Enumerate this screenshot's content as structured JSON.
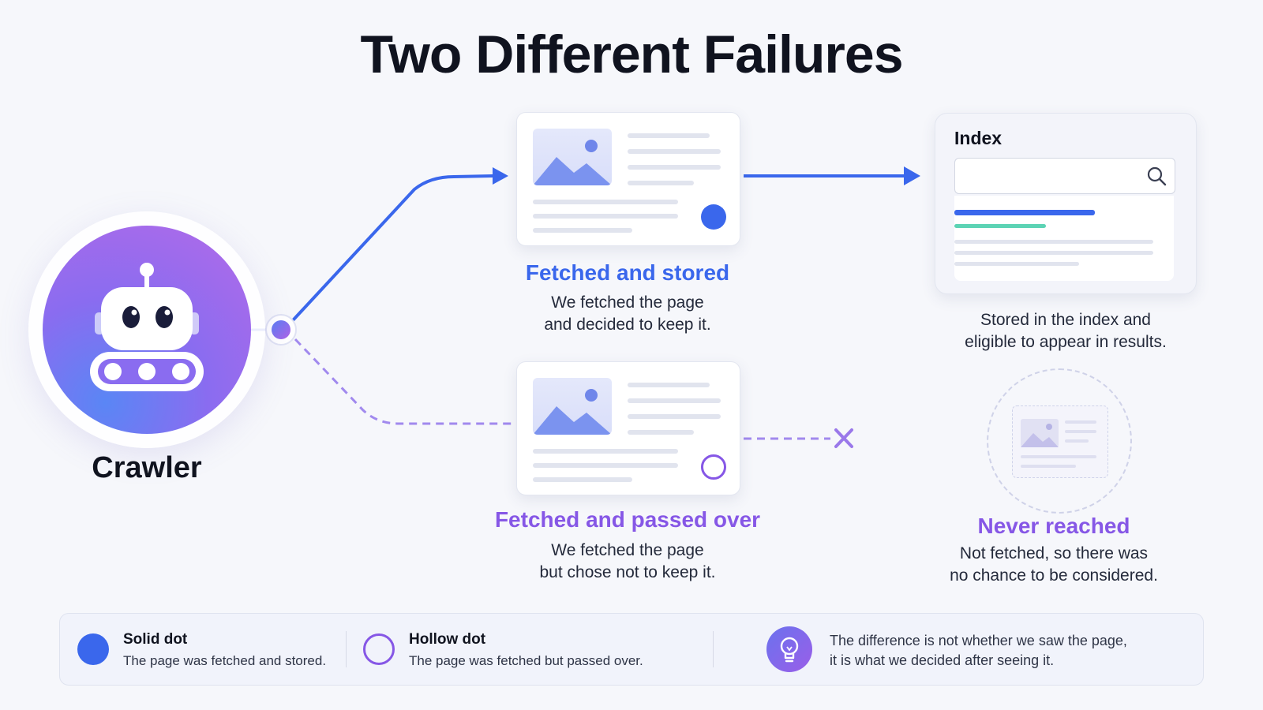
{
  "title": "Two Different Failures",
  "crawler": {
    "label": "Crawler",
    "icon": "robot-icon"
  },
  "stored": {
    "heading": "Fetched and stored",
    "line1": "We fetched the page",
    "line2": "and decided to keep it.",
    "color": "#3a67ec"
  },
  "passed": {
    "heading": "Fetched and passed over",
    "line1": "We fetched the page",
    "line2": "but chose not to keep it.",
    "color": "#8657e6"
  },
  "index": {
    "title": "Index",
    "line1": "Stored in the index and",
    "line2": "eligible to appear in results."
  },
  "never": {
    "heading": "Never reached",
    "line1": "Not fetched, so there was",
    "line2": "no chance to be considered.",
    "color": "#8657e6"
  },
  "legend": {
    "solid": {
      "title": "Solid dot",
      "desc": "The page was fetched and stored."
    },
    "hollow": {
      "title": "Hollow dot",
      "desc": "The page was fetched but passed over."
    },
    "note": {
      "line1": "The difference is not whether we saw the page,",
      "line2": "it is what we decided after seeing it.",
      "icon": "lightbulb-icon"
    }
  }
}
